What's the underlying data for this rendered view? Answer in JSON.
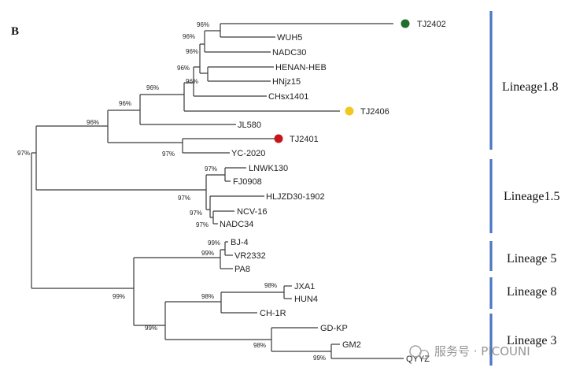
{
  "panel_label": "B",
  "leaves": {
    "tj2402": "TJ2402",
    "wuh5": "WUH5",
    "nadc30": "NADC30",
    "henan_heb": "HENAN-HEB",
    "hnjz15": "HNjz15",
    "chsx1401": "CHsx1401",
    "tj2406": "TJ2406",
    "jl580": "JL580",
    "tj2401": "TJ2401",
    "yc2020": "YC-2020",
    "lnwk130": "LNWK130",
    "fj0908": "FJ0908",
    "hljzd30": "HLJZD30-1902",
    "ncv16": "NCV-16",
    "nadc34": "NADC34",
    "bj4": "BJ-4",
    "vr2332": "VR2332",
    "pa8": "PA8",
    "jxa1": "JXA1",
    "hun4": "HUN4",
    "ch1r": "CH-1R",
    "gdkp": "GD-KP",
    "gm2": "GM2",
    "qyyz": "QYYZ"
  },
  "bootstrap": {
    "n_a": "96%",
    "n_b": "96%",
    "n_c": "96%",
    "n_d": "96%",
    "n_e": "96%",
    "n_f": "96%",
    "n_g": "96%",
    "n_h": "96%",
    "n_root": "97%",
    "n_i": "97%",
    "n_j": "97%",
    "n_k": "97%",
    "n_l": "97%",
    "n_m": "97%",
    "n_n": "99%",
    "n_o": "99%",
    "n_p": "98%",
    "n_q": "98%",
    "n_r": "99%",
    "n_s": "98%",
    "n_t": "99%"
  },
  "lineages": {
    "l18": "Lineage1.8",
    "l15": "Lineage1.5",
    "l5": "Lineage 5",
    "l8": "Lineage 8",
    "l3": "Lineage 3"
  },
  "marker_colors": {
    "tj2402": "#1f6e2c",
    "tj2406": "#f3c623",
    "tj2401": "#c4161c"
  },
  "accent_color": "#4a76c6",
  "watermark": "服务号 · PICOUNI"
}
